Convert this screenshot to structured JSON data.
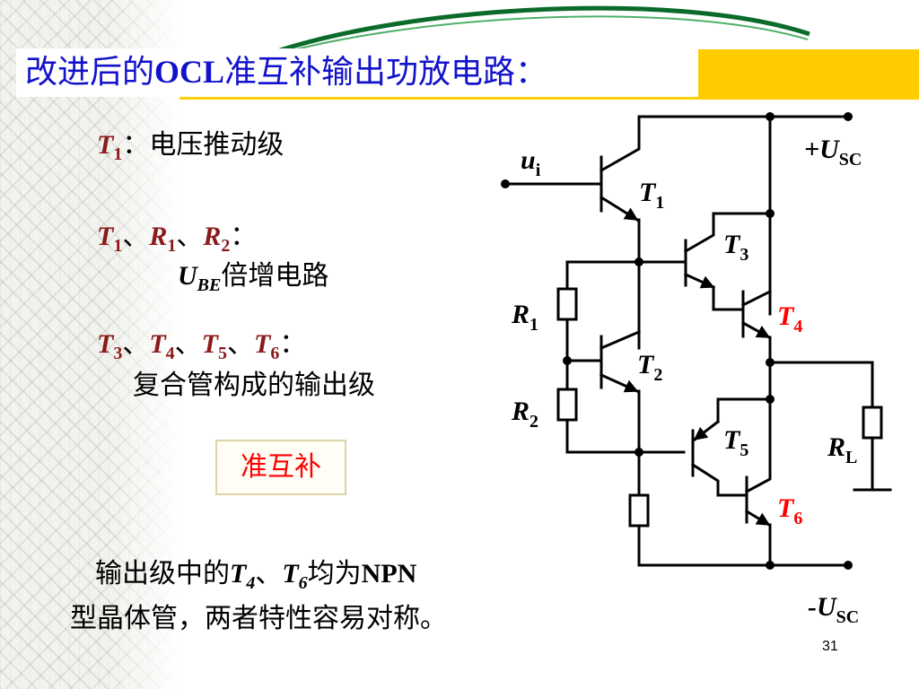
{
  "slide": {
    "title_prefix": "改进后的",
    "title_bold": "OCL",
    "title_suffix": "准互补输出功放电路：",
    "page_number": "31",
    "colors": {
      "title_text": "#1212cc",
      "title_bar": "#ffcc00",
      "label_dark": "#8b1a1a",
      "highlight": "#ff0000"
    }
  },
  "notes": {
    "line1": {
      "symbol": "T",
      "sub": "1",
      "colon": "：",
      "text": "电压推动级"
    },
    "line2": {
      "symbols": [
        {
          "s": "T",
          "sub": "1"
        },
        {
          "s": "R",
          "sub": "1"
        },
        {
          "s": "R",
          "sub": "2"
        }
      ],
      "sep": "、",
      "colon": "："
    },
    "line3": {
      "symbol": "U",
      "sub": "BE",
      "text": "倍增电路"
    },
    "line4": {
      "symbols": [
        {
          "s": "T",
          "sub": "3"
        },
        {
          "s": "T",
          "sub": "4"
        },
        {
          "s": "T",
          "sub": "5"
        },
        {
          "s": "T",
          "sub": "6"
        }
      ],
      "sep": "、",
      "colon": "："
    },
    "line5": {
      "text": "复合管构成的输出级"
    },
    "quasi_label": "准互补",
    "bottom": {
      "part1": "输出级中的",
      "t4": {
        "s": "T",
        "sub": "4"
      },
      "sep": "、",
      "t6": {
        "s": "T",
        "sub": "6"
      },
      "part2": "均为",
      "npn": "NPN",
      "line2": "型晶体管，两者特性容易对称。"
    }
  },
  "circuit": {
    "input": {
      "s": "u",
      "sub": "i"
    },
    "supply_pos": {
      "prefix": "+",
      "s": "U",
      "sub": "SC"
    },
    "supply_neg": {
      "prefix": "-",
      "s": "U",
      "sub": "SC"
    },
    "transistors": [
      {
        "id": "T1",
        "s": "T",
        "sub": "1",
        "color": "#000000"
      },
      {
        "id": "T2",
        "s": "T",
        "sub": "2",
        "color": "#000000"
      },
      {
        "id": "T3",
        "s": "T",
        "sub": "3",
        "color": "#000000"
      },
      {
        "id": "T4",
        "s": "T",
        "sub": "4",
        "color": "#ff0000"
      },
      {
        "id": "T5",
        "s": "T",
        "sub": "5",
        "color": "#000000"
      },
      {
        "id": "T6",
        "s": "T",
        "sub": "6",
        "color": "#ff0000"
      }
    ],
    "resistors": [
      {
        "id": "R1",
        "s": "R",
        "sub": "1"
      },
      {
        "id": "R2",
        "s": "R",
        "sub": "2"
      },
      {
        "id": "RL",
        "s": "R",
        "sub": "L"
      }
    ]
  }
}
